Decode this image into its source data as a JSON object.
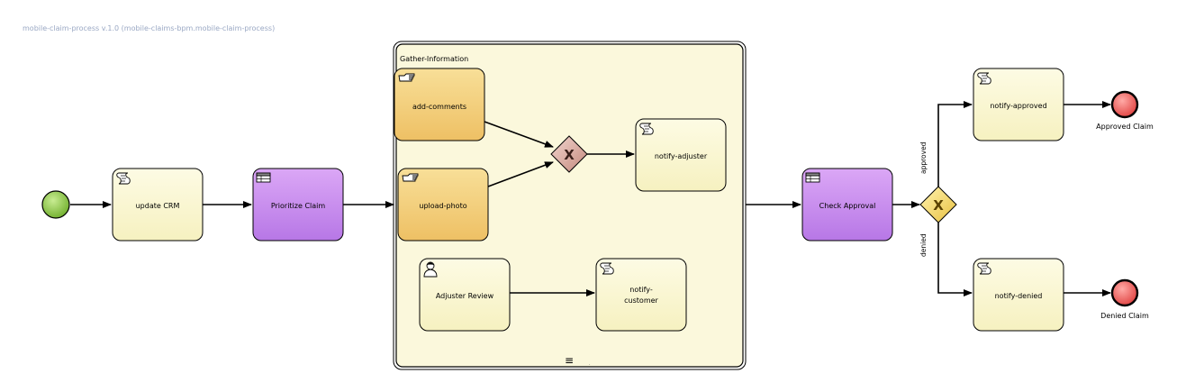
{
  "process_title": "mobile-claim-process v.1.0 (mobile-claims-bpm.mobile-claim-process)",
  "colors": {
    "task_fill": "#fbf8d4",
    "data_task_fill": "#c98cf0",
    "ad_hoc_fill": "#f4d07c",
    "subprocess_fill": "#fbf8dc",
    "start_event": "#8dc63f",
    "end_event": "#ef5b5b",
    "gateway_gold": "#f6d86a",
    "gateway_rose": "#d9a9a0",
    "line": "#000000"
  },
  "subprocess": {
    "label": "Gather-Information",
    "marker": "≡"
  },
  "tasks": {
    "update_crm": {
      "label": "update CRM",
      "icon": "script-icon"
    },
    "prioritize_claim": {
      "label": "Prioritize Claim",
      "icon": "business-rule-icon"
    },
    "add_comments": {
      "label": "add-comments",
      "icon": "manual-task-icon"
    },
    "upload_photo": {
      "label": "upload-photo",
      "icon": "manual-task-icon"
    },
    "notify_adjuster": {
      "label": "notify-adjuster",
      "icon": "script-icon"
    },
    "adjuster_review": {
      "label": "Adjuster Review",
      "icon": "user-task-icon"
    },
    "notify_customer": {
      "label_line1": "notify-",
      "label_line2": "customer",
      "icon": "script-icon"
    },
    "check_approval": {
      "label": "Check Approval",
      "icon": "business-rule-icon"
    },
    "notify_approved": {
      "label": "notify-approved",
      "icon": "script-icon"
    },
    "notify_denied": {
      "label": "notify-denied",
      "icon": "script-icon"
    }
  },
  "events": {
    "approved_end": {
      "label": "Approved Claim"
    },
    "denied_end": {
      "label": "Denied Claim"
    }
  },
  "flow_labels": {
    "approved": "approved",
    "denied": "denied"
  },
  "gateway_symbol": "X"
}
